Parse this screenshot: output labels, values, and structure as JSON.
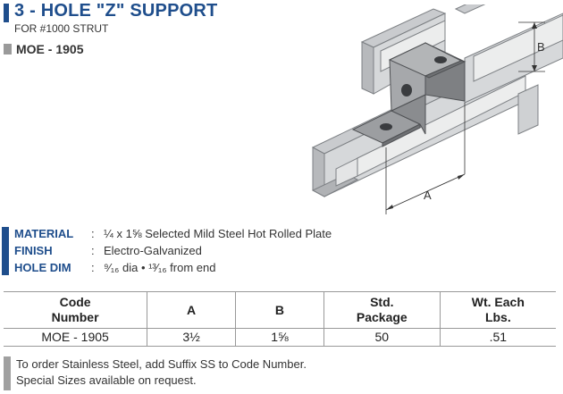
{
  "header": {
    "title": "3 - HOLE \"Z\" SUPPORT",
    "subtitle": "FOR #1000 STRUT",
    "code": "MOE - 1905"
  },
  "figure": {
    "dim_a_label": "A",
    "dim_b_label": "B"
  },
  "specs": [
    {
      "key": "MATERIAL",
      "sep": ":",
      "value": "¼ x 1⅝ Selected Mild Steel Hot Rolled Plate"
    },
    {
      "key": "FINISH",
      "sep": ":",
      "value": "Electro-Galvanized"
    },
    {
      "key": "HOLE DIM",
      "sep": ":",
      "value": "⁹⁄₁₆ dia  •  ¹³⁄₁₆ from end"
    }
  ],
  "table": {
    "headers": [
      {
        "line1": "Code",
        "line2": "Number"
      },
      {
        "line1": "A",
        "line2": ""
      },
      {
        "line1": "B",
        "line2": ""
      },
      {
        "line1": "Std.",
        "line2": "Package"
      },
      {
        "line1": "Wt. Each",
        "line2": "Lbs."
      }
    ],
    "row": [
      "MOE - 1905",
      "3½",
      "1⅝",
      "50",
      ".51"
    ]
  },
  "notes": [
    "To order Stainless Steel, add Suffix SS to Code Number.",
    "Special Sizes available on request."
  ],
  "colors": {
    "accent": "#1f4e8c",
    "marker": "#9a9a9a"
  }
}
